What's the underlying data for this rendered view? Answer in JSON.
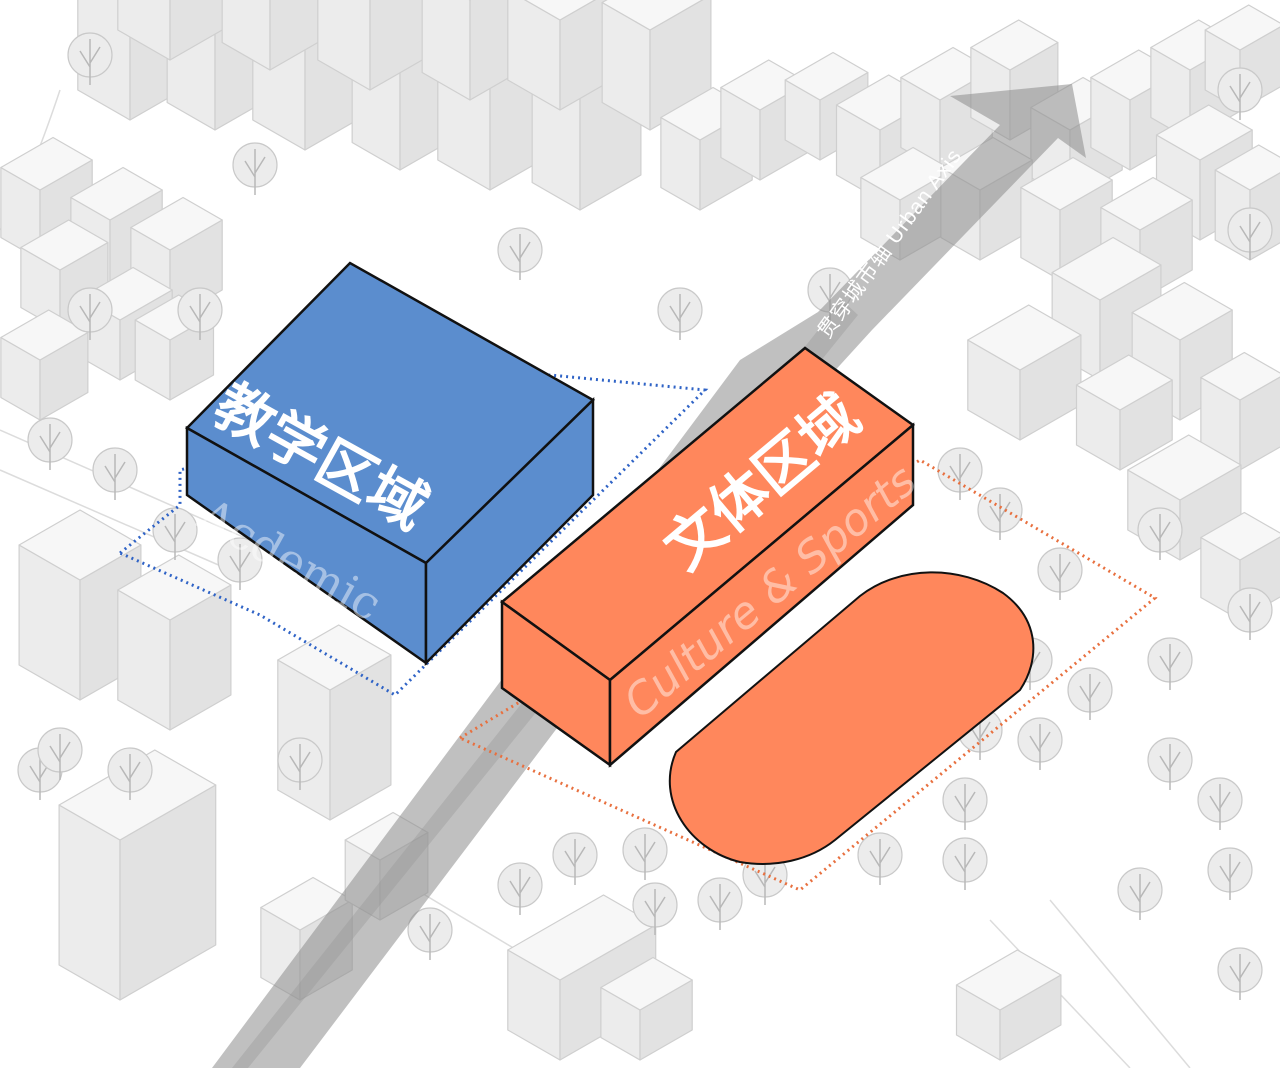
{
  "zones": {
    "academic": {
      "title_cn": "教学区域",
      "title_en": "Acdemic",
      "color": "#5b8dce"
    },
    "culture_sports": {
      "title_cn": "文体区域",
      "title_en": "Culture & Sports",
      "color": "#ff875c"
    }
  },
  "axis": {
    "label": "贯穿城市轴  Urban Axis",
    "color": "#8a8a8a"
  },
  "context": {
    "building_color": "#f0f0f0",
    "line_color": "#cfcfcf"
  }
}
